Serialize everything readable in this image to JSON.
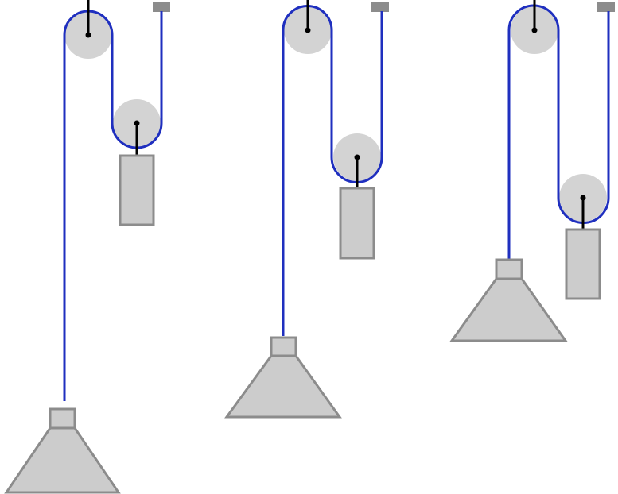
{
  "diagram": {
    "background_color": "#ffffff",
    "rope_color": "#1f2fbf",
    "support_rod_color": "#000000",
    "pulley_color": "#d3d3d3",
    "component_fill_color": "#cccccc",
    "component_stroke_color": "#8c8c8c",
    "systems": [
      {
        "label": "",
        "parts": [
          "fixed-pulley",
          "movable-pulley",
          "hanging-block",
          "ceiling-anchor",
          "cone-load",
          "rope"
        ]
      },
      {
        "label": "",
        "parts": [
          "fixed-pulley",
          "movable-pulley",
          "hanging-block",
          "ceiling-anchor",
          "cone-load",
          "rope"
        ]
      },
      {
        "label": "",
        "parts": [
          "fixed-pulley",
          "movable-pulley",
          "hanging-block",
          "ceiling-anchor",
          "cone-load",
          "rope"
        ]
      }
    ]
  }
}
